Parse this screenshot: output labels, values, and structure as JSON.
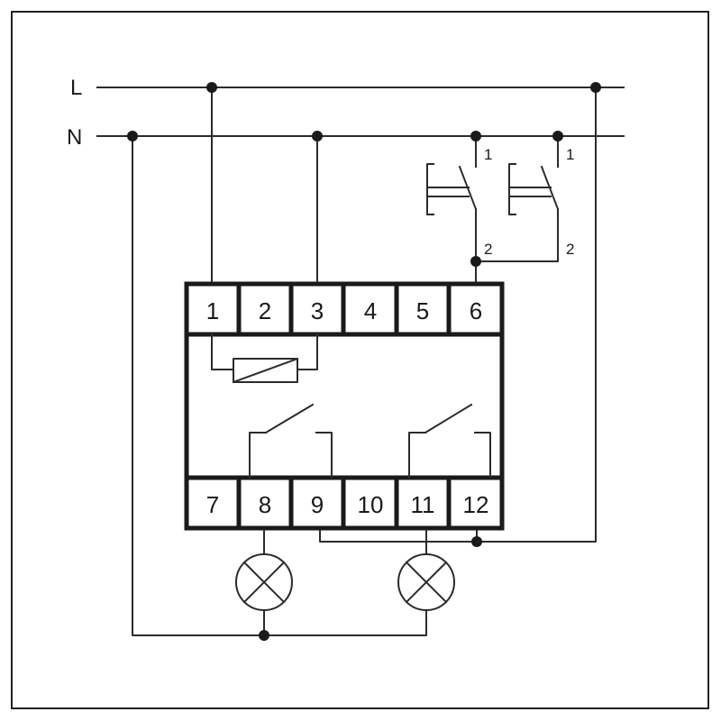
{
  "rails": {
    "line": "L",
    "neutral": "N"
  },
  "terminals_top": [
    "1",
    "2",
    "3",
    "4",
    "5",
    "6"
  ],
  "terminals_bottom": [
    "7",
    "8",
    "9",
    "10",
    "11",
    "12"
  ],
  "switches": [
    {
      "pin_top": "1",
      "pin_bottom": "2"
    },
    {
      "pin_top": "1",
      "pin_bottom": "2"
    }
  ]
}
